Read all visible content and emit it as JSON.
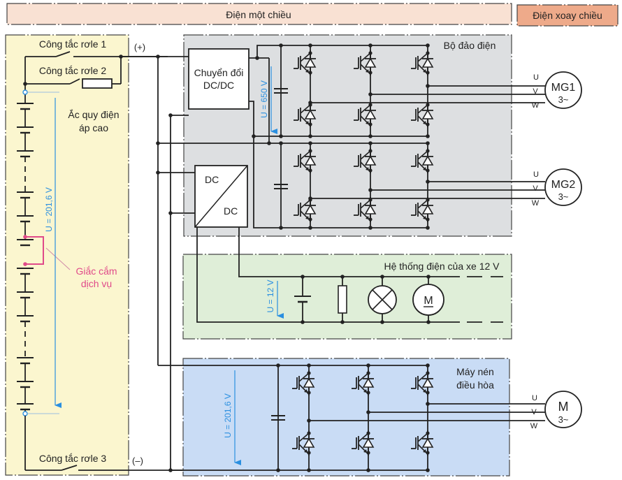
{
  "header": {
    "dc_label": "Điện một chiều",
    "ac_label": "Điện xoay chiều"
  },
  "colors": {
    "dc_band": "#f9e1d3",
    "ac_band": "#eeaa8a",
    "battery_zone": "#fbf6cf",
    "inverter_zone": "#dddfe1",
    "system12v_zone": "#dfeed8",
    "compressor_zone": "#c9dcf5",
    "voltage_arrow": "#2a8fe0",
    "service_plug": "#e04a8a",
    "wire": "#222222"
  },
  "battery": {
    "relay1": "Công tắc rơle 1",
    "relay2": "Công tắc rơle 2",
    "relay3": "Công tắc rơle 3",
    "title_line1": "Ắc quy điện",
    "title_line2": "áp cao",
    "voltage": "U = 201,6 V",
    "service_plug_line1": "Giắc cắm",
    "service_plug_line2": "dịch vụ",
    "positive": "(+)",
    "negative": "(–)"
  },
  "inverter": {
    "title": "Bộ đảo điện",
    "converter_line1": "Chuyển đổi",
    "converter_line2": "DC/DC",
    "voltage": "U = 650 V",
    "dcdc_top": "DC",
    "dcdc_bottom": "DC"
  },
  "motors": {
    "mg1": {
      "name": "MG1",
      "phase": "3~",
      "u": "U",
      "v": "V",
      "w": "W"
    },
    "mg2": {
      "name": "MG2",
      "phase": "3~",
      "u": "U",
      "v": "V",
      "w": "W"
    },
    "m": {
      "name": "M",
      "phase": "3~",
      "u": "U",
      "v": "V",
      "w": "W"
    }
  },
  "system12v": {
    "title": "Hệ thống điện của xe 12 V",
    "voltage": "U = 12 V",
    "motor_symbol": "M"
  },
  "compressor": {
    "title_line1": "Máy nén",
    "title_line2": "điều hòa",
    "voltage": "U = 201,6 V"
  }
}
